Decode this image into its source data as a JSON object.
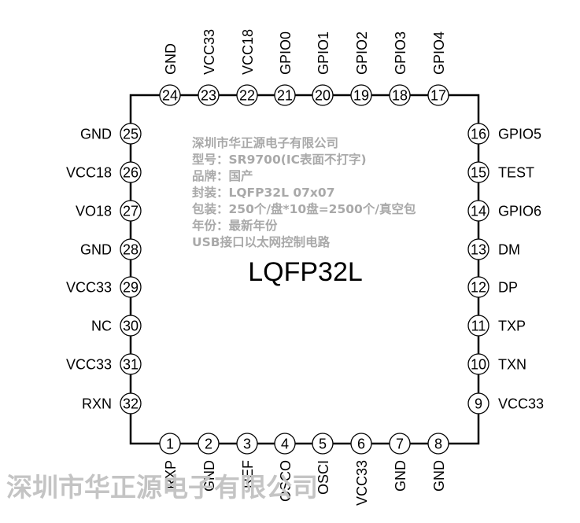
{
  "chip": {
    "package_label": "LQFP32L",
    "pins_top": [
      {
        "num": "24",
        "name": "GND"
      },
      {
        "num": "23",
        "name": "VCC33"
      },
      {
        "num": "22",
        "name": "VCC18"
      },
      {
        "num": "21",
        "name": "GPIO0"
      },
      {
        "num": "20",
        "name": "GPIO1"
      },
      {
        "num": "19",
        "name": "GPIO2"
      },
      {
        "num": "18",
        "name": "GPIO3"
      },
      {
        "num": "17",
        "name": "GPIO4"
      }
    ],
    "pins_left": [
      {
        "num": "25",
        "name": "GND"
      },
      {
        "num": "26",
        "name": "VCC18"
      },
      {
        "num": "27",
        "name": "VO18"
      },
      {
        "num": "28",
        "name": "GND"
      },
      {
        "num": "29",
        "name": "VCC33"
      },
      {
        "num": "30",
        "name": "NC"
      },
      {
        "num": "31",
        "name": "VCC33"
      },
      {
        "num": "32",
        "name": "RXN"
      }
    ],
    "pins_right": [
      {
        "num": "16",
        "name": "GPIO5"
      },
      {
        "num": "15",
        "name": "TEST"
      },
      {
        "num": "14",
        "name": "GPIO6"
      },
      {
        "num": "13",
        "name": "DM"
      },
      {
        "num": "12",
        "name": "DP"
      },
      {
        "num": "11",
        "name": "TXP"
      },
      {
        "num": "10",
        "name": "TXN"
      },
      {
        "num": "9",
        "name": "VCC33"
      }
    ],
    "pins_bottom": [
      {
        "num": "1",
        "name": "RXP"
      },
      {
        "num": "2",
        "name": "GND"
      },
      {
        "num": "3",
        "name": "REF"
      },
      {
        "num": "4",
        "name": "OSCO"
      },
      {
        "num": "5",
        "name": "OSCI"
      },
      {
        "num": "6",
        "name": "VCC33"
      },
      {
        "num": "7",
        "name": "GND"
      },
      {
        "num": "8",
        "name": "GND"
      }
    ]
  },
  "watermark_lines": [
    "深圳市华正源电子有限公司",
    "型号：SR9700(IC表面不打字)",
    "品牌：国产",
    "封装：LQFP32L 07x07",
    "包装：250个/盘*10盘=2500个/真空包",
    "年份：最新年份",
    "USB接口以太网控制电路"
  ],
  "bottom_watermark": "深圳市华正源电子有限公司",
  "colors": {
    "outline": "#000000",
    "watermark": "#a9a9a9",
    "bottom_watermark": "#c4c4c4",
    "background": "#ffffff"
  }
}
